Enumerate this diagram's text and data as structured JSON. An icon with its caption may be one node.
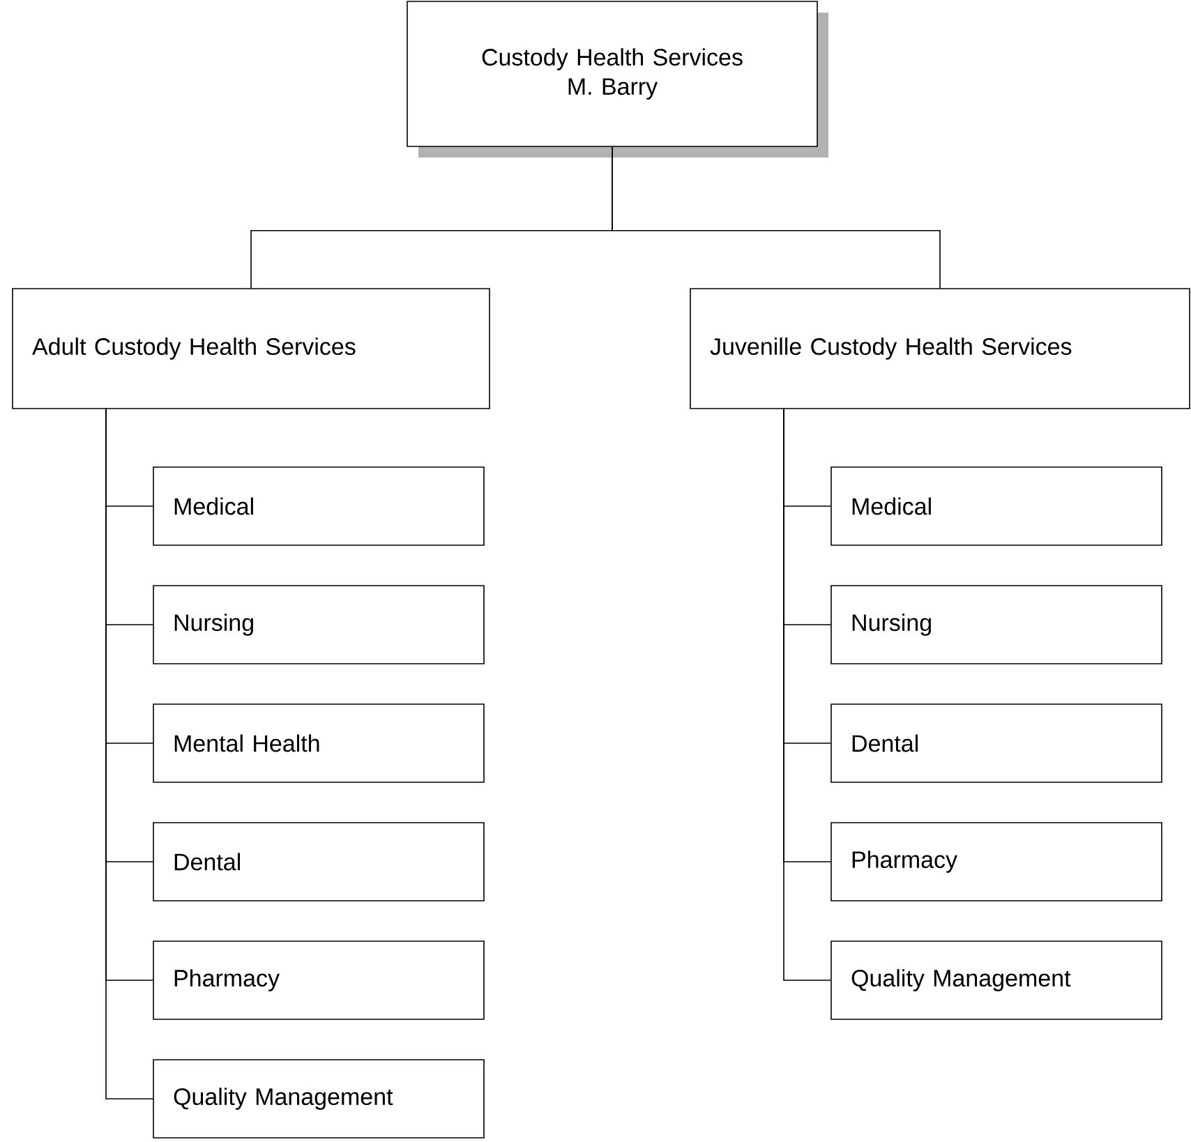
{
  "diagram": {
    "nodes": [
      {
        "text": [
          "Custody Health Services",
          "M. Barry"
        ]
      },
      {
        "text": [
          "Adult Custody Health Services"
        ]
      },
      {
        "text": [
          "Juvenille Custody Health Services"
        ]
      },
      {
        "text": [
          "Medical"
        ]
      },
      {
        "text": [
          "Nursing"
        ]
      },
      {
        "text": [
          "Mental Health"
        ]
      },
      {
        "text": [
          "Dental"
        ]
      },
      {
        "text": [
          "Pharmacy"
        ]
      },
      {
        "text": [
          "Quality Management"
        ]
      },
      {
        "text": [
          "Medical"
        ]
      },
      {
        "text": [
          "Nursing"
        ]
      },
      {
        "text": [
          "Dental"
        ]
      },
      {
        "text": [
          "Pharmacy"
        ]
      },
      {
        "text": [
          "Quality Management"
        ]
      }
    ],
    "edges": [
      {
        "from": 0,
        "to": 1,
        "arrow": "none"
      },
      {
        "from": 0,
        "to": 2,
        "arrow": "none"
      },
      {
        "from": 1,
        "to": 3,
        "arrow": "none"
      },
      {
        "from": 1,
        "to": 4,
        "arrow": "none"
      },
      {
        "from": 1,
        "to": 5,
        "arrow": "none"
      },
      {
        "from": 1,
        "to": 6,
        "arrow": "none"
      },
      {
        "from": 1,
        "to": 7,
        "arrow": "none"
      },
      {
        "from": 1,
        "to": 8,
        "arrow": "none"
      },
      {
        "from": 2,
        "to": 9,
        "arrow": "none"
      },
      {
        "from": 2,
        "to": 10,
        "arrow": "none"
      },
      {
        "from": 2,
        "to": 11,
        "arrow": "none"
      },
      {
        "from": 2,
        "to": 12,
        "arrow": "none"
      },
      {
        "from": 2,
        "to": 13,
        "arrow": "none"
      }
    ]
  }
}
